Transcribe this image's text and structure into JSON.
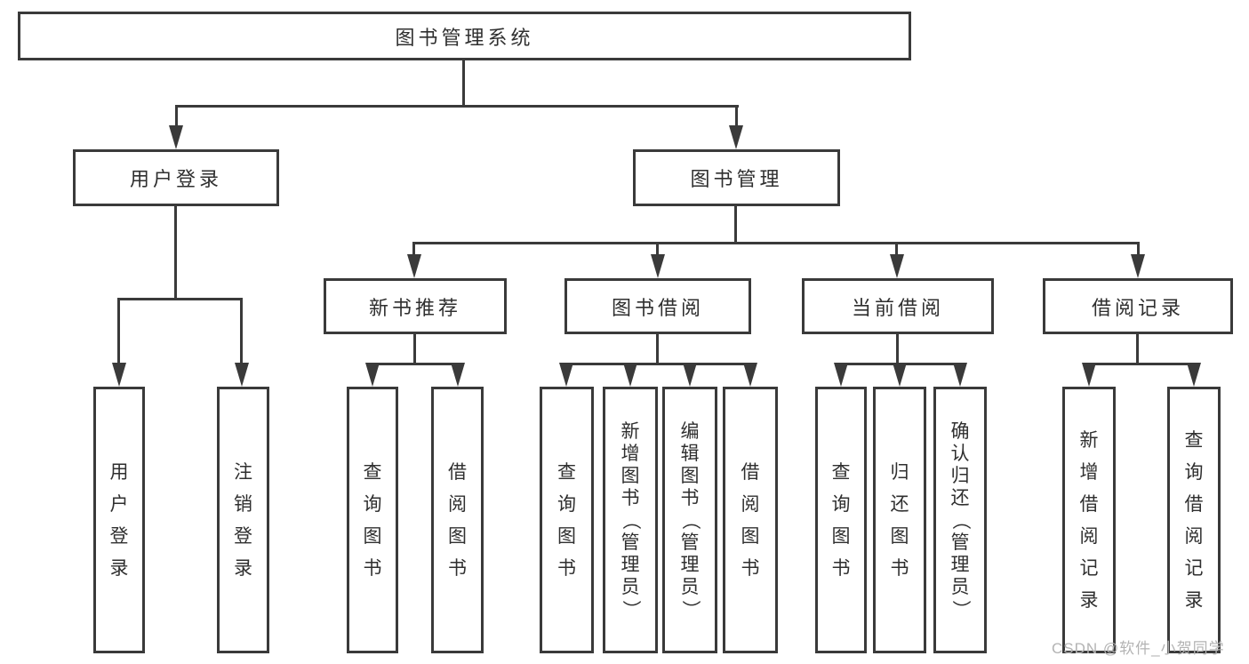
{
  "diagram": {
    "title": "图书管理系统",
    "level2": {
      "user_login": "用户登录",
      "book_mgmt": "图书管理"
    },
    "level3": {
      "new_book": "新书推荐",
      "borrow": "图书借阅",
      "current": "当前借阅",
      "records": "借阅记录"
    },
    "leaves": {
      "login": [
        "用户登录",
        "注销登录"
      ],
      "new_book": [
        "查询图书",
        "借阅图书"
      ],
      "borrow": [
        "查询图书",
        "新增图书（管理员）",
        "编辑图书（管理员）",
        "借阅图书"
      ],
      "current": [
        "查询图书",
        "归还图书",
        "确认归还（管理员）"
      ],
      "records": [
        "新增借阅记录",
        "查询借阅记录"
      ]
    },
    "watermark": "CSDN @软件_小贺同学",
    "colors": {
      "line": "#3a3a3a",
      "text": "#2f2f2f",
      "watermark": "#b3b3b3",
      "background": "#ffffff"
    }
  }
}
